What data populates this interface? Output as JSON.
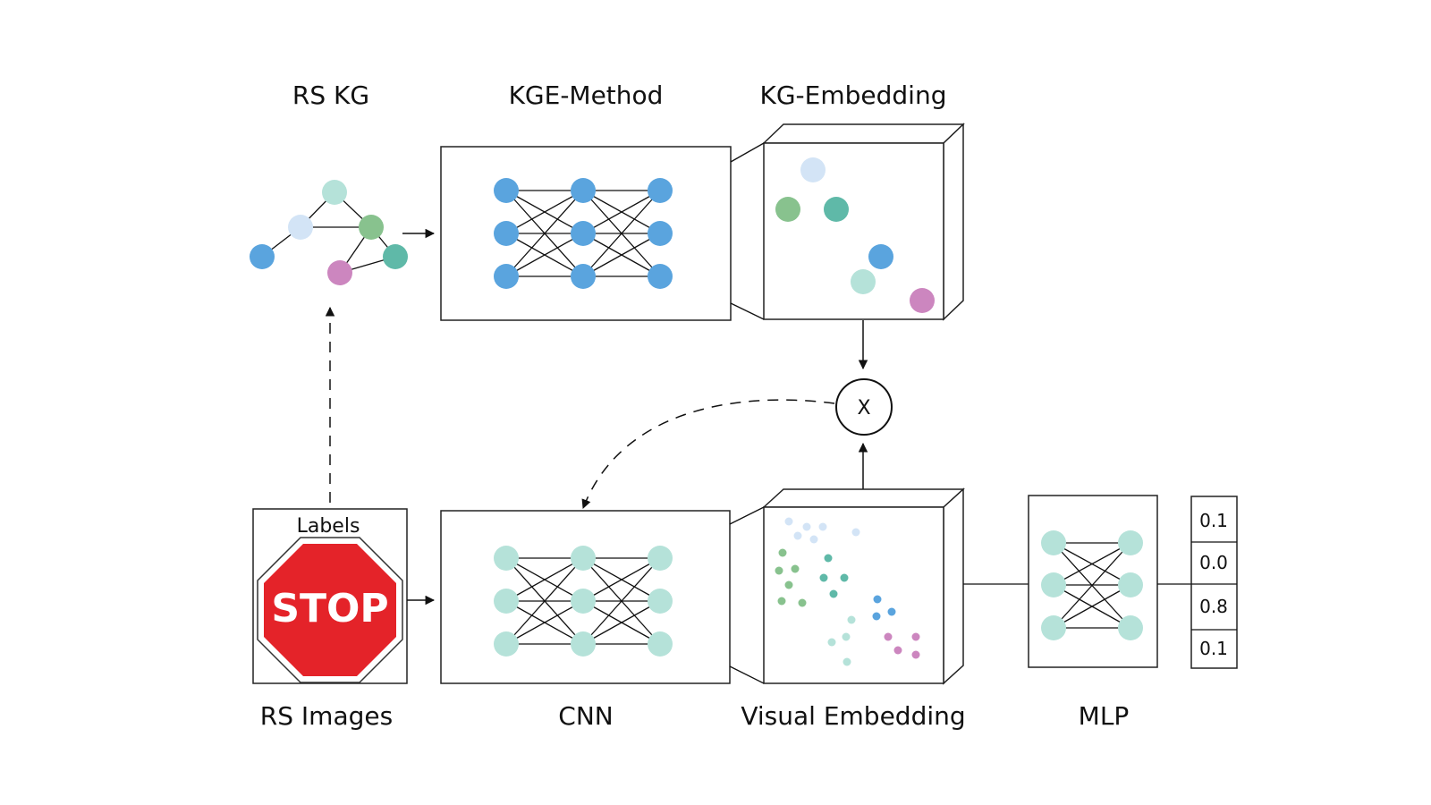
{
  "labels": {
    "rs_kg": "RS KG",
    "kge_method": "KGE-Method",
    "kg_embedding": "KG-Embedding",
    "rs_images": "RS Images",
    "cnn": "CNN",
    "visual_embedding": "Visual Embedding",
    "mlp": "MLP",
    "image_labels": "Labels",
    "stop_sign": "STOP",
    "multiply": "X"
  },
  "output_values": [
    "0.1",
    "0.0",
    "0.8",
    "0.1"
  ],
  "colors": {
    "blue": "#5aa4de",
    "light_blue": "#d3e4f6",
    "green": "#88c28e",
    "teal": "#5fb9a8",
    "mint": "#b5e2d9",
    "pink": "#cc86bf",
    "stop_red": "#e42329"
  }
}
